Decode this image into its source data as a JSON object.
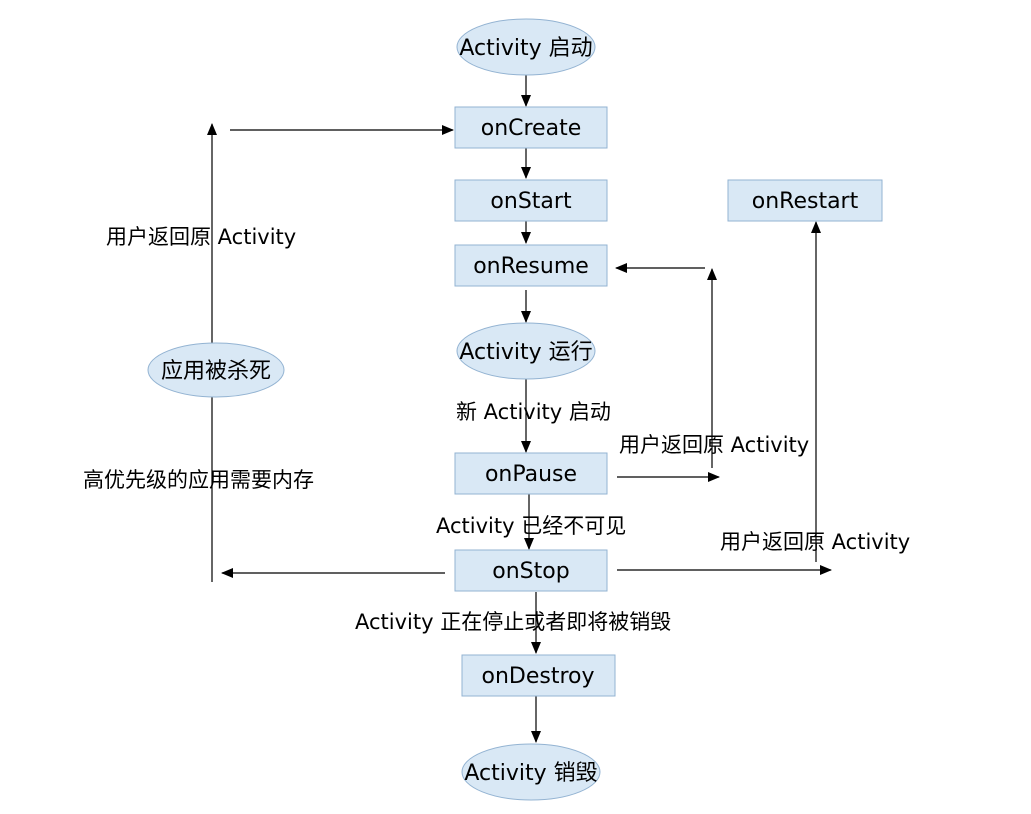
{
  "nodes": {
    "activity_start": "Activity 启动",
    "on_create": "onCreate",
    "on_start": "onStart",
    "on_restart": "onRestart",
    "on_resume": "onResume",
    "activity_running": "Activity 运行",
    "app_killed": "应用被杀死",
    "on_pause": "onPause",
    "on_stop": "onStop",
    "on_destroy": "onDestroy",
    "activity_destroyed": "Activity 销毁"
  },
  "labels": {
    "user_return_left": "用户返回原 Activity",
    "new_activity_start": "新 Activity 启动",
    "user_return_resume": "用户返回原 Activity",
    "high_priority_memory": "高优先级的应用需要内存",
    "activity_invisible": "Activity 已经不可见",
    "user_return_restart": "用户返回原 Activity",
    "activity_stopping": "Activity 正在停止或者即将被销毁"
  }
}
